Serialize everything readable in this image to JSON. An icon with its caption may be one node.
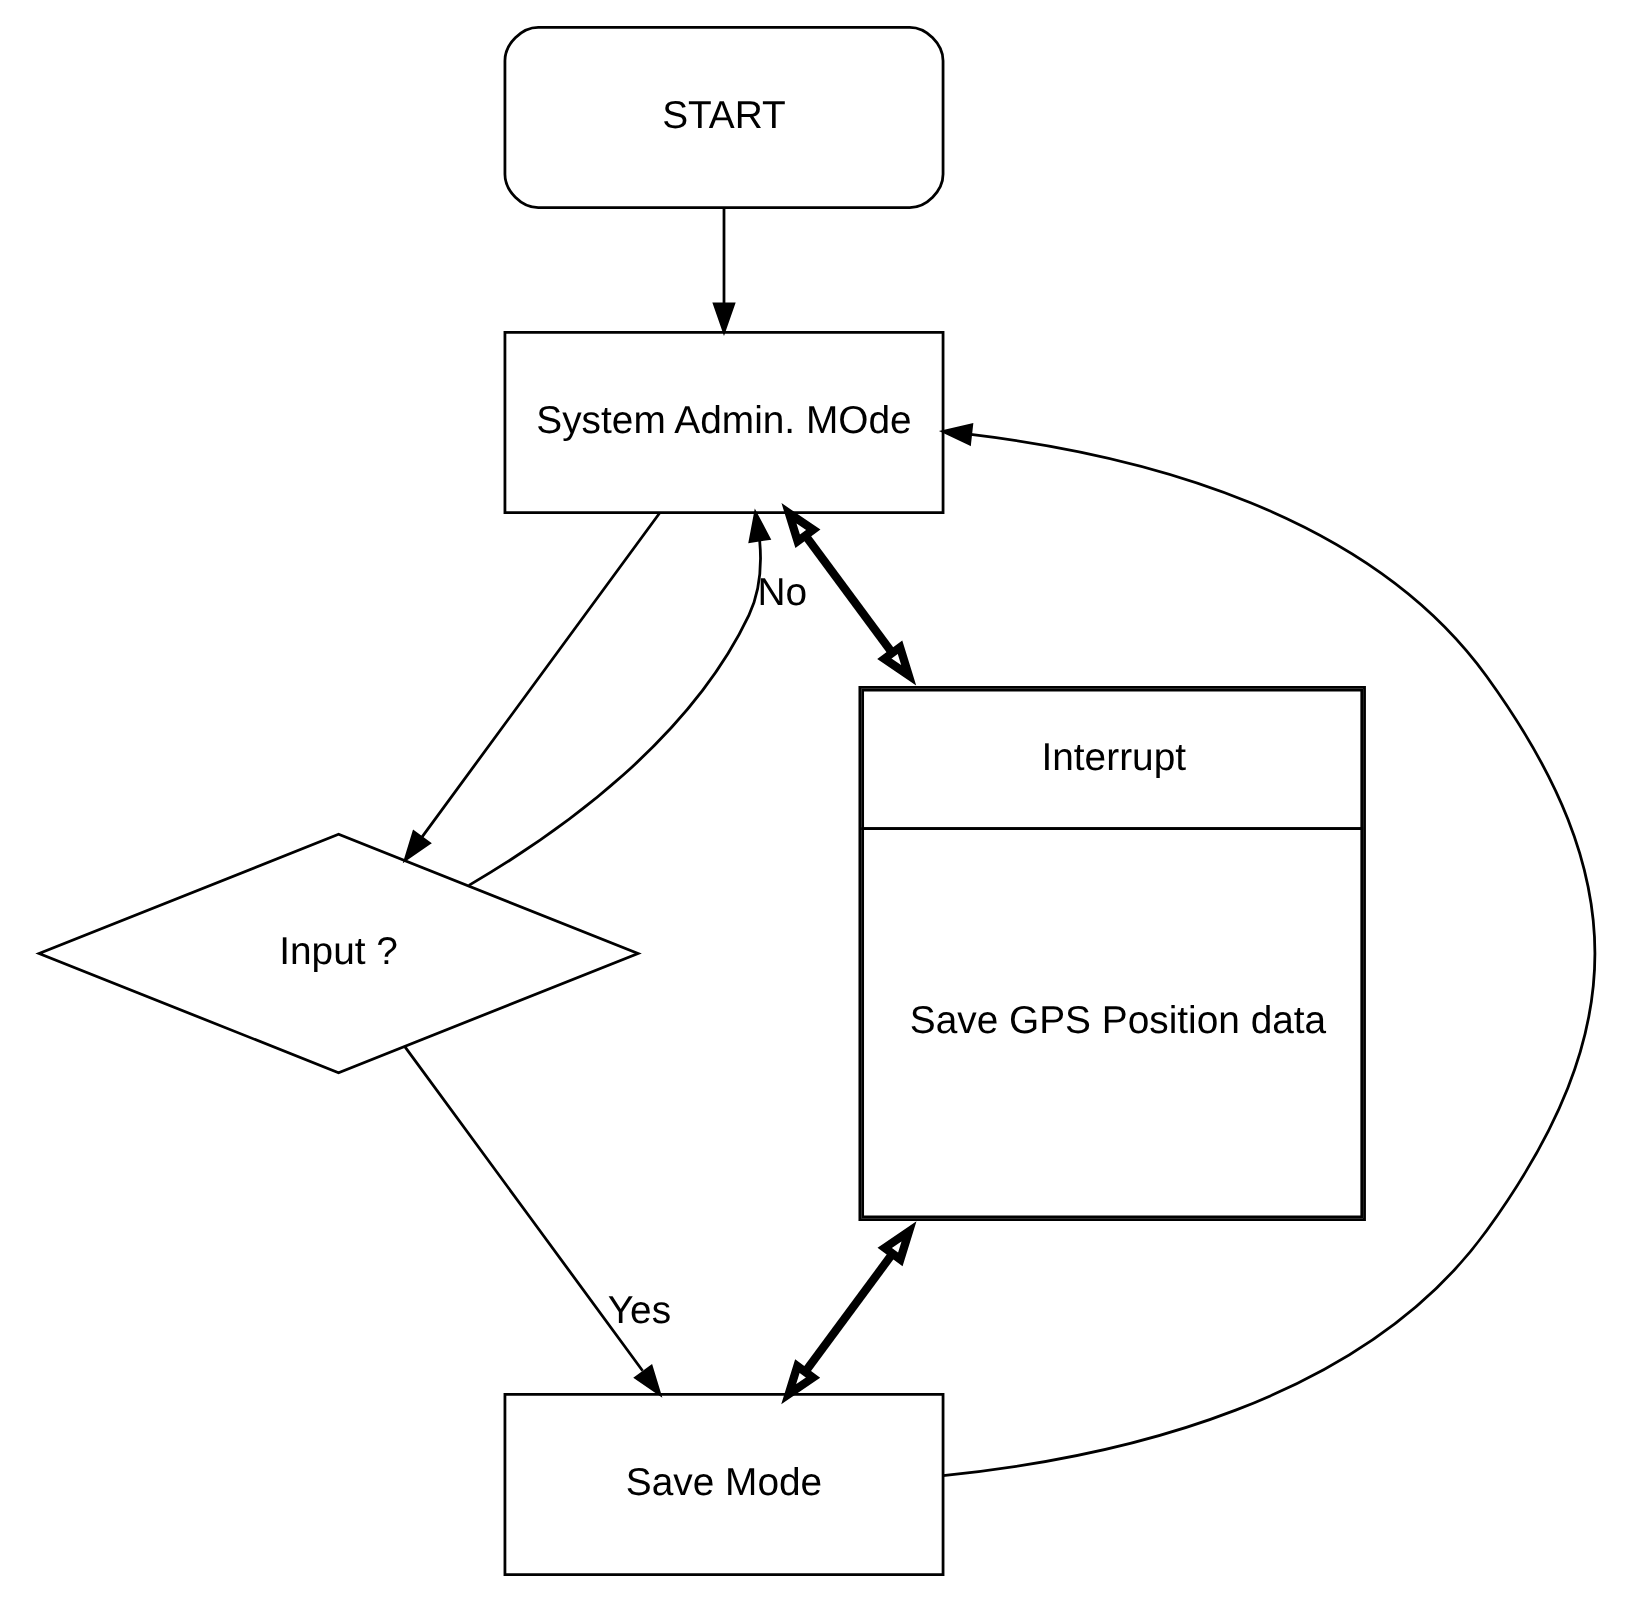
{
  "diagram": {
    "nodes": [
      {
        "text": [
          "START"
        ]
      },
      {
        "text": [
          "System Admin. MOde"
        ]
      },
      {
        "text": [
          "Input ?"
        ]
      },
      {
        "text": [
          "Save Mode"
        ]
      },
      {
        "text": [
          "Interrupt",
          "Save GPS Position data"
        ]
      }
    ],
    "edges": [
      {
        "from": 0,
        "to": 1,
        "arrow": "to"
      },
      {
        "from": 1,
        "to": 2,
        "arrow": "to"
      },
      {
        "from": 2,
        "to": 3,
        "arrow": "to",
        "label": "Yes"
      },
      {
        "from": 2,
        "to": 1,
        "arrow": "to",
        "label": "No"
      },
      {
        "from": 3,
        "to": 1,
        "arrow": "to"
      },
      {
        "from": 1,
        "to": 4,
        "arrow": "both",
        "style": "thick"
      },
      {
        "from": 3,
        "to": 4,
        "arrow": "both",
        "style": "thick"
      }
    ]
  }
}
